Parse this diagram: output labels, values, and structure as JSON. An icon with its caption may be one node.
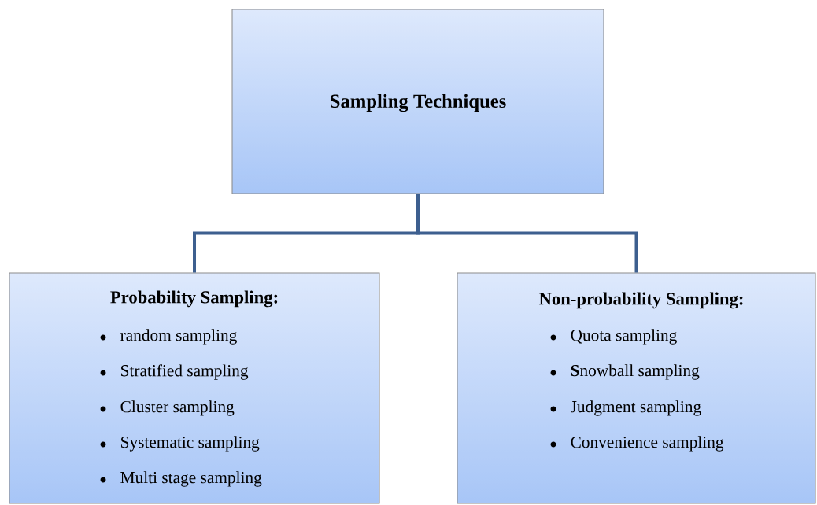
{
  "diagram": {
    "nodes": [
      {
        "text": [
          "Sampling Techniques"
        ]
      },
      {
        "text": [
          "Probability Sampling:",
          "random sampling",
          "Stratified sampling",
          "Cluster sampling",
          "Systematic sampling",
          "Multi stage sampling"
        ]
      },
      {
        "text": [
          "Non-probability Sampling:",
          "Quota sampling",
          "**S**nowball sampling",
          "Judgment sampling",
          "Convenience sampling"
        ]
      }
    ],
    "edges": [
      {
        "from": 0,
        "to": 1,
        "arrow": "none"
      },
      {
        "from": 0,
        "to": 2,
        "arrow": "none"
      }
    ]
  }
}
